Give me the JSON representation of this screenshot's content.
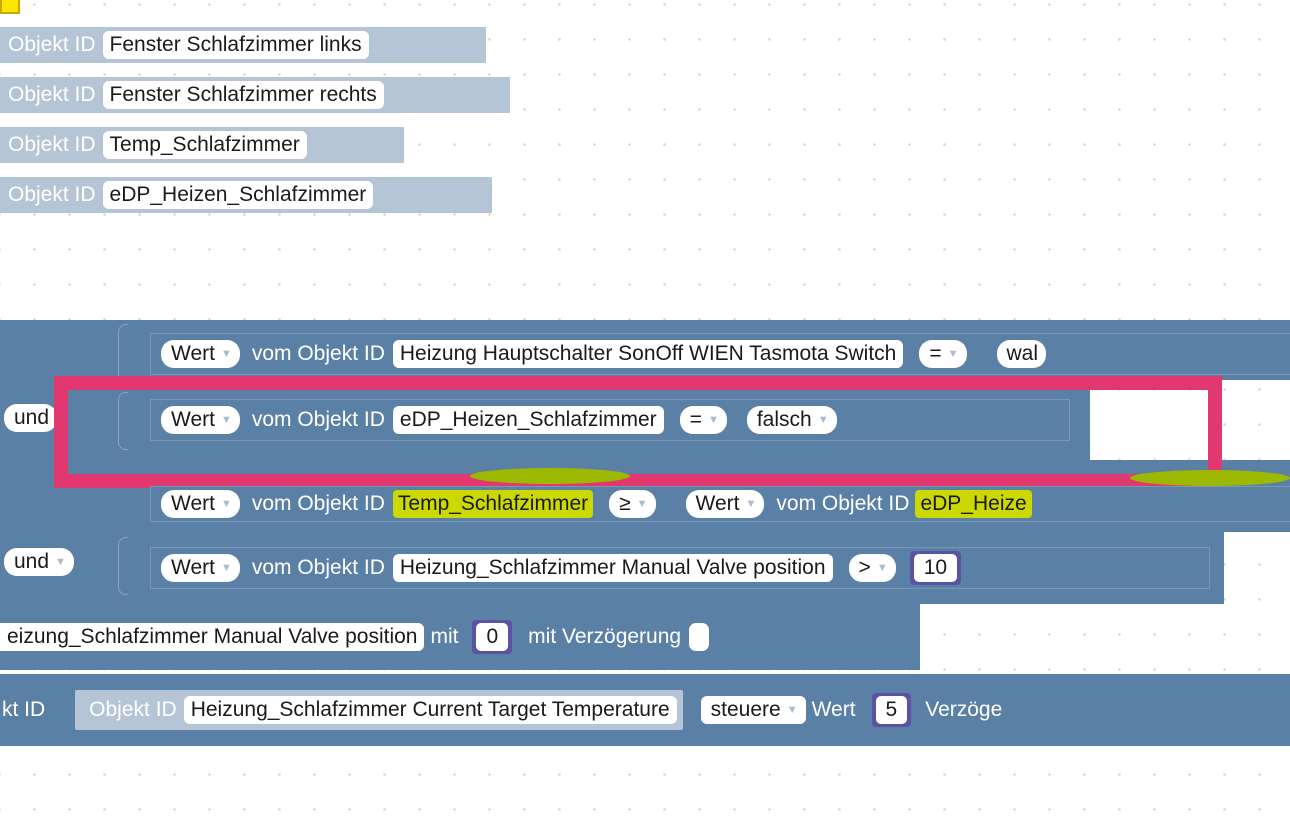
{
  "id_blocks": [
    {
      "label": "Objekt ID",
      "value": "Fenster Schlafzimmer links"
    },
    {
      "label": "Objekt ID",
      "value": "Fenster Schlafzimmer rechts"
    },
    {
      "label": "Objekt ID",
      "value": "Temp_Schlafzimmer"
    },
    {
      "label": "Objekt ID",
      "value": "eDP_Heizen_Schlafzimmer"
    }
  ],
  "cond1": {
    "wert": "Wert",
    "vom": "vom Objekt ID",
    "obj": "Heizung Hauptschalter SonOff WIEN Tasmota Switch",
    "op": "=",
    "rhs": "wal"
  },
  "cond2": {
    "und": "und",
    "wert": "Wert",
    "vom": "vom Objekt ID",
    "obj": "eDP_Heizen_Schlafzimmer",
    "op": "=",
    "rhs": "falsch"
  },
  "cond3": {
    "wert": "Wert",
    "vom": "vom Objekt ID",
    "obj": "Temp_Schlafzimmer",
    "op": "≥",
    "wert2": "Wert",
    "vom2": "vom Objekt ID",
    "obj2": "eDP_Heize"
  },
  "cond4": {
    "und": "und",
    "wert": "Wert",
    "vom": "vom Objekt ID",
    "obj": "Heizung_Schlafzimmer Manual Valve position",
    "op": ">",
    "num": "10"
  },
  "stmt1": {
    "obj": "eizung_Schlafzimmer Manual Valve position",
    "mit": "mit",
    "num": "0",
    "delay": "mit Verzögerung"
  },
  "stmt2": {
    "prefix": "kt ID",
    "idlabel": "Objekt ID",
    "obj": "Heizung_Schlafzimmer Current Target Temperature",
    "mode": "steuere",
    "wert": "Wert",
    "num": "5",
    "suffix": "Verzöge"
  },
  "colors": {
    "block": "#5b80a5",
    "id_block": "#b5c5d6",
    "highlight_box": "#e0386f",
    "number": "#5b52a3",
    "search_highlight": "#cbd900"
  }
}
